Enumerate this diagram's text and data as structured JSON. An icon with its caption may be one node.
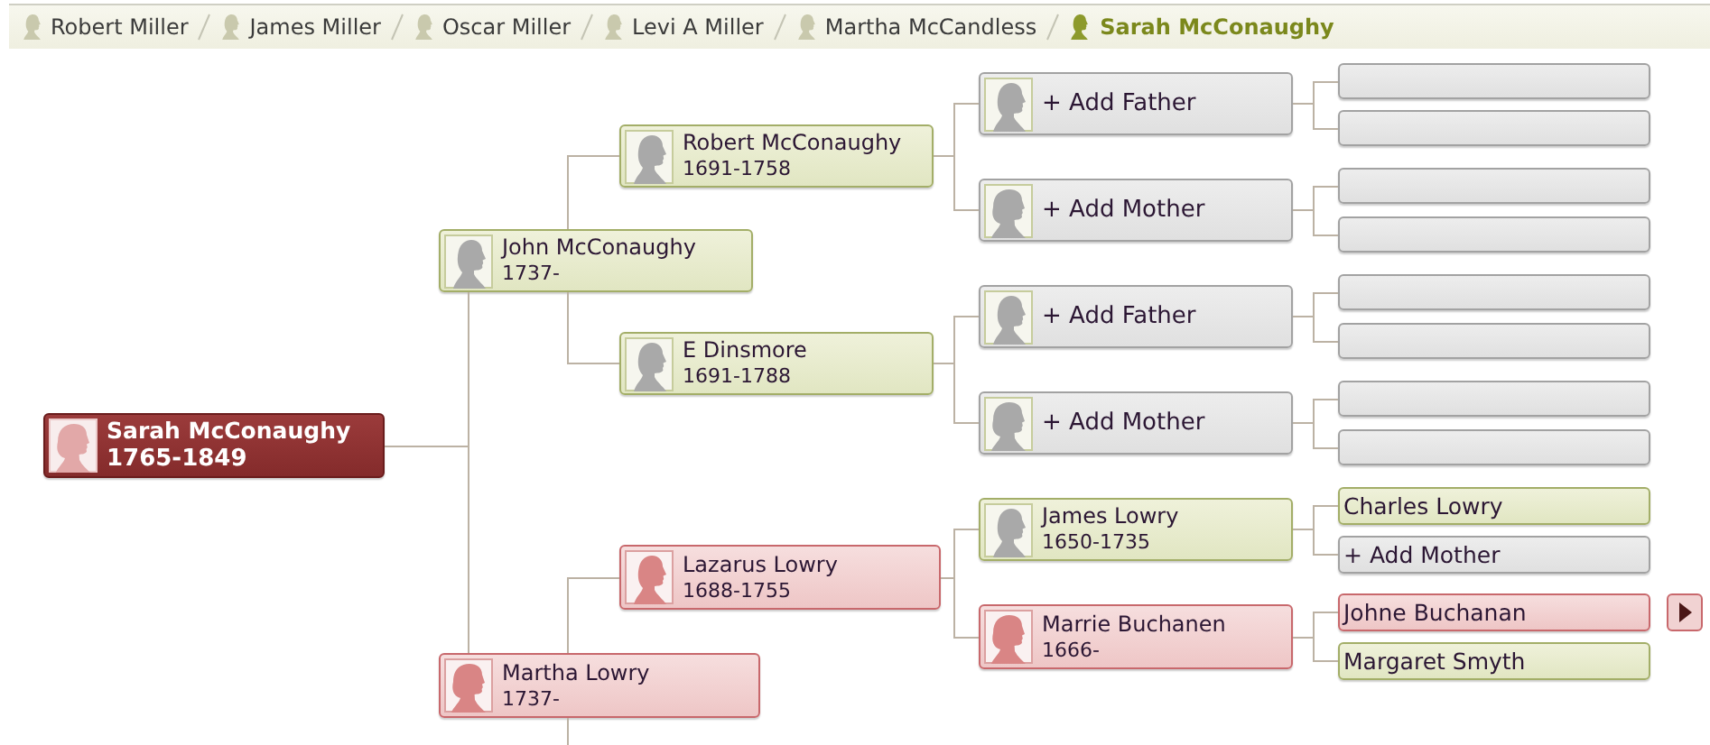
{
  "diagram": {
    "nodes": [
      {
        "text": [
          "Sarah McConaughy",
          "1765-1849"
        ]
      },
      {
        "text": [
          "John McConaughy",
          "1737-"
        ]
      },
      {
        "text": [
          "Robert McConaughy",
          "1691-1758"
        ]
      },
      {
        "text": [
          "E Dinsmore",
          "1691-1788"
        ]
      },
      {
        "text": [
          "+ Add Father"
        ]
      },
      {
        "text": [
          "+ Add Mother"
        ]
      },
      {
        "text": [
          "+ Add Father"
        ]
      },
      {
        "text": [
          "+ Add Mother"
        ]
      },
      {
        "text": [],
        "shape": "box"
      },
      {
        "text": [],
        "shape": "box"
      },
      {
        "text": [],
        "shape": "box"
      },
      {
        "text": [],
        "shape": "box"
      },
      {
        "text": [],
        "shape": "box"
      },
      {
        "text": [],
        "shape": "box"
      },
      {
        "text": [],
        "shape": "box"
      },
      {
        "text": [],
        "shape": "box"
      },
      {
        "text": [
          "Martha Lowry",
          "1737-"
        ]
      },
      {
        "text": [
          "Lazarus Lowry",
          "1688-1755"
        ]
      },
      {
        "text": [
          "James Lowry",
          "1650-1735"
        ]
      },
      {
        "text": [
          "Marrie Buchanen",
          "1666-"
        ]
      },
      {
        "text": [
          "Charles Lowry"
        ]
      },
      {
        "text": [
          "+ Add Mother"
        ]
      },
      {
        "text": [
          "Johne Buchanan"
        ]
      },
      {
        "text": [
          "Margaret Smyth"
        ]
      }
    ],
    "edges": [
      {
        "from": 0,
        "to": 1,
        "arrow": "none"
      },
      {
        "from": 0,
        "to": 16,
        "arrow": "none"
      },
      {
        "from": 1,
        "to": 2,
        "arrow": "none"
      },
      {
        "from": 1,
        "to": 3,
        "arrow": "none"
      },
      {
        "from": 2,
        "to": 4,
        "arrow": "none"
      },
      {
        "from": 2,
        "to": 5,
        "arrow": "none"
      },
      {
        "from": 3,
        "to": 6,
        "arrow": "none"
      },
      {
        "from": 3,
        "to": 7,
        "arrow": "none"
      },
      {
        "from": 4,
        "to": 8,
        "arrow": "none"
      },
      {
        "from": 4,
        "to": 9,
        "arrow": "none"
      },
      {
        "from": 5,
        "to": 10,
        "arrow": "none"
      },
      {
        "from": 5,
        "to": 11,
        "arrow": "none"
      },
      {
        "from": 6,
        "to": 12,
        "arrow": "none"
      },
      {
        "from": 6,
        "to": 13,
        "arrow": "none"
      },
      {
        "from": 7,
        "to": 14,
        "arrow": "none"
      },
      {
        "from": 7,
        "to": 15,
        "arrow": "none"
      },
      {
        "from": 16,
        "to": 17,
        "arrow": "none"
      },
      {
        "from": 16,
        "to": null,
        "arrow": "none"
      },
      {
        "from": 17,
        "to": 18,
        "arrow": "none"
      },
      {
        "from": 17,
        "to": 19,
        "arrow": "none"
      },
      {
        "from": 18,
        "to": 20,
        "arrow": "none"
      },
      {
        "from": 18,
        "to": 21,
        "arrow": "none"
      },
      {
        "from": 19,
        "to": 22,
        "arrow": "none"
      },
      {
        "from": 19,
        "to": 23,
        "arrow": "none"
      }
    ],
    "labels": [
      "Robert Miller",
      "James Miller",
      "Oscar Miller",
      "Levi A Miller",
      "Martha McCandless",
      "Sarah McConaughy"
    ]
  }
}
